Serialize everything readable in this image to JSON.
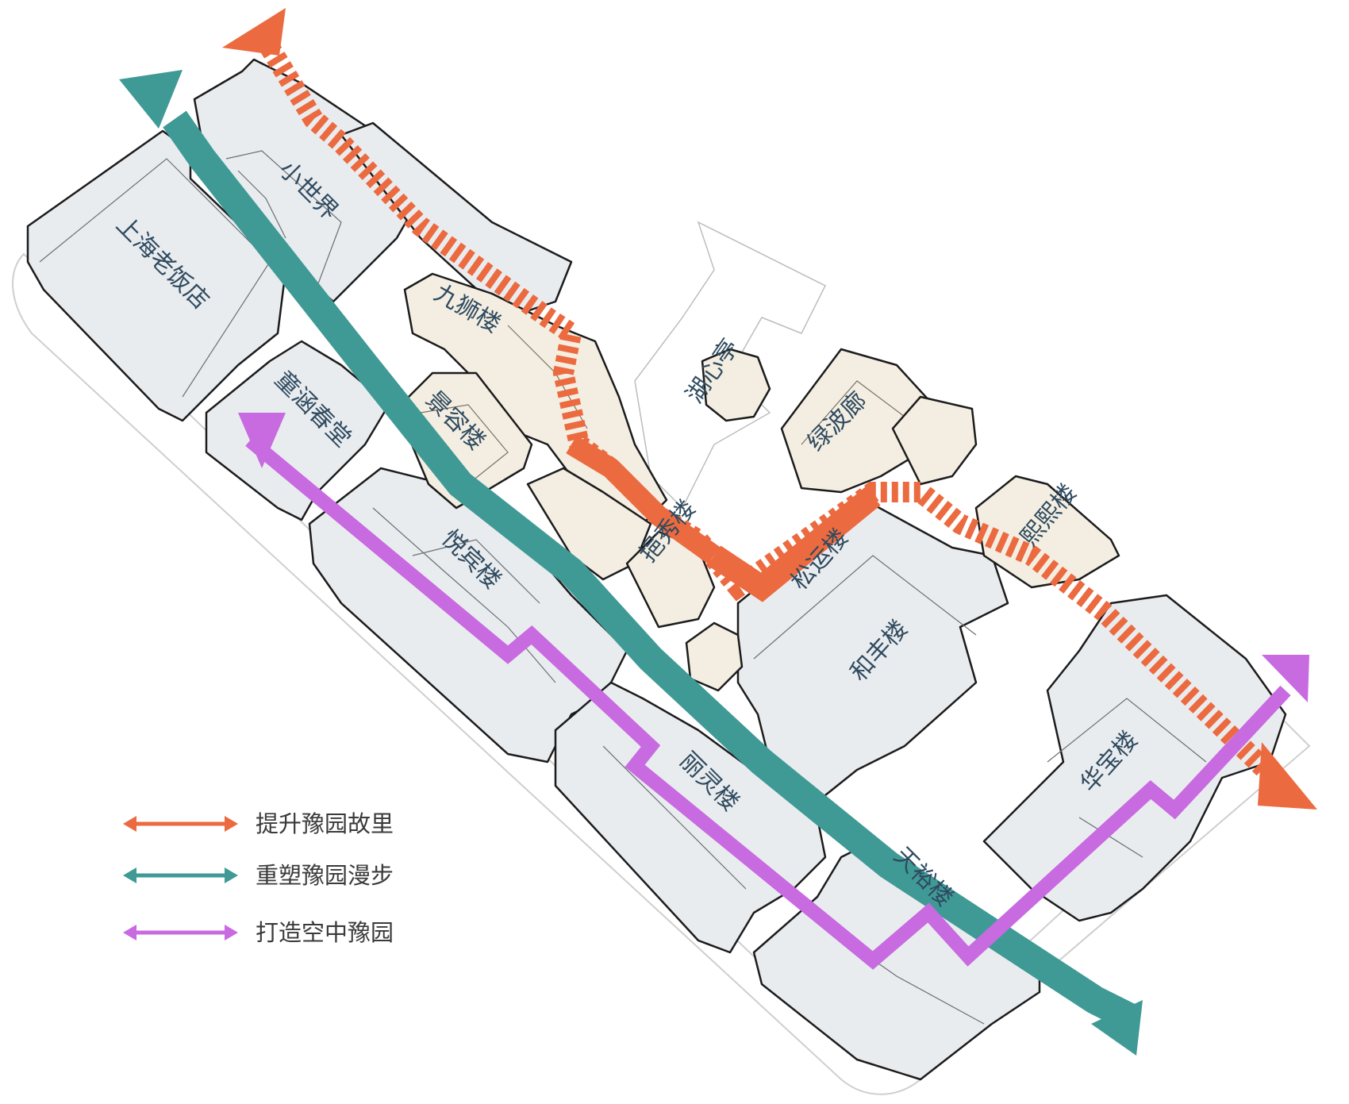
{
  "colors": {
    "orange": "#ec6a3f",
    "teal": "#3f9a96",
    "purple": "#c86ae0",
    "building_grey": "#e9ecef",
    "building_cream": "#f3eee1",
    "label": "#2f4a5f"
  },
  "buildings": {
    "xiaoshijie": "小世界",
    "laofandian": "上海老饭店",
    "jiushilou": "九狮楼",
    "jingronglou": "景容楼",
    "huxinting": "湖心亭",
    "lvbolang": "绿波廊",
    "tonghanchuntang": "童涵春堂",
    "yuebinlou": "悦宾楼",
    "baxiulou": "挹秀楼",
    "songyunlou": "松运楼",
    "hefenglou": "和丰楼",
    "xixilou": "熙熙楼",
    "lilinglou": "丽灵楼",
    "tianyulou": "天裕楼",
    "huabaolou": "华宝楼"
  },
  "legend": [
    {
      "label": "提升豫园故里",
      "color": "#ec6a3f"
    },
    {
      "label": "重塑豫园漫步",
      "color": "#3f9a96"
    },
    {
      "label": "打造空中豫园",
      "color": "#c86ae0"
    }
  ]
}
